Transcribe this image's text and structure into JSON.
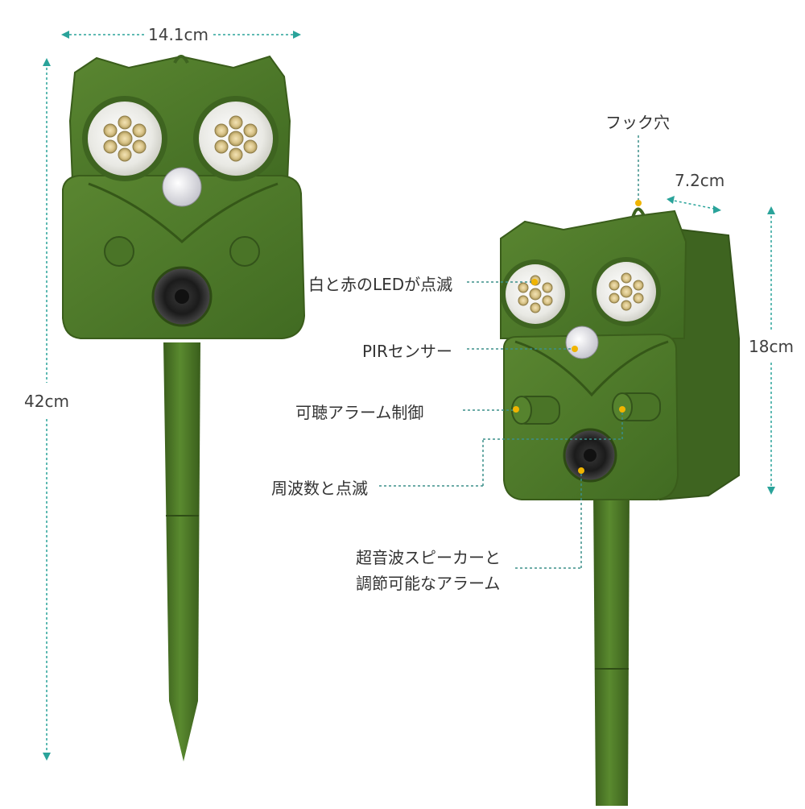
{
  "dimensions": {
    "width": "14.1cm",
    "total_height": "42cm",
    "depth": "7.2cm",
    "head_height": "18cm"
  },
  "callouts": {
    "hook_hole": "フック穴",
    "led": "白と赤のLEDが点滅",
    "pir": "PIRセンサー",
    "audible": "可聴アラーム制御",
    "frequency": "周波数と点滅",
    "ultrasonic_line1": "超音波スピーカーと",
    "ultrasonic_line2": "調節可能なアラーム"
  },
  "colors": {
    "body": "#4f7a2a",
    "body_dark": "#3e6420",
    "dimension_line": "#2aa39a",
    "callout_dot": "#f0b400",
    "leader_line": "#3b8f8a"
  }
}
